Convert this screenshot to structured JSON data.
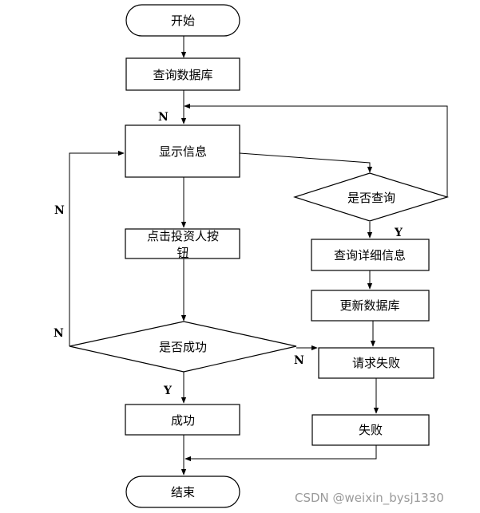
{
  "nodes": {
    "start": "开始",
    "query_db": "查询数据库",
    "show_info": "显示信息",
    "click_invest_line1": "点击投资人按",
    "click_invest_line2": "钮",
    "is_success": "是否成功",
    "success": "成功",
    "end": "结束",
    "is_query": "是否查询",
    "query_detail": "查询详细信息",
    "update_db": "更新数据库",
    "request_fail": "请求失败",
    "fail": "失败"
  },
  "labels": {
    "n_top": "N",
    "n_left_upper": "N",
    "n_left_lower": "N",
    "y_success": "Y",
    "y_query": "Y",
    "n_right": "N"
  },
  "watermark": "CSDN @weixin_bysj1330"
}
